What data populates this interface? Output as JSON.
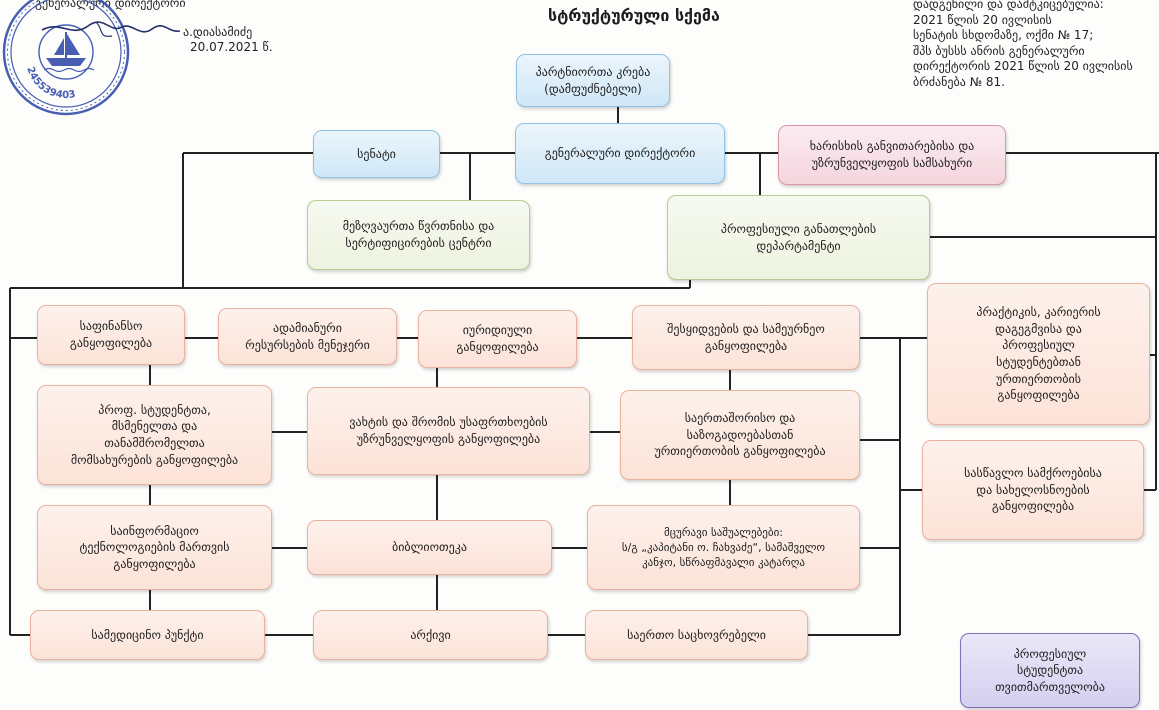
{
  "header": {
    "signatory_title": "გენერალური დირექტორი",
    "signatory_name": "ა.დიასამიძე",
    "signature_date": "20.07.2021 წ.",
    "seal_number": "245539403",
    "title": "სტრუქტურული სქემა",
    "approval": [
      "დადგენილი და დამტკიცებულია:",
      "2021 წლის 20 ივლისის",
      "სენატის სხდომაზე, ოქმი № 17;",
      "შპს ბუსსს ანრის გენერალური",
      "დირექტორის 2021 წლის 20 ივლისის",
      "ბრძანება № 81."
    ]
  },
  "units": {
    "partners_meeting": "პარტნიორთა კრება\n(დამფუძნებელი)",
    "senate": "სენატი",
    "general_director": "გენერალური დირექტორი",
    "quality_service": "ხარისხის განვითარებისა და\nუზრუნველყოფის სამსახური",
    "seafarers_center": "მეზღვაურთა წვრთნისა და\nსერტიფიცირების ცენტრი",
    "vocational_department": "პროფესიული განათლების\nდეპარტამენტი",
    "finance": "საფინანსო\nგანყოფილება",
    "hr_manager": "ადამიანური\nრესურსების მენეჯერი",
    "legal": "იურიდიული\nგანყოფილება",
    "procurement": "შესყიდვების და სამეურნეო\nგანყოფილება",
    "practice_career": "პრაქტიკის, კარიერის\nდაგეგმვისა და\nპროფესიულ\nსტუდენტებთან\nურთიერთობის\nგანყოფილება",
    "student_services": "პროფ. სტუდენტთა,\nმსმენელთა და\nთანამშრომელთა\nმომსახურების განყოფილება",
    "security_safety": "ვახტის და შრომის უსაფრთხოების\nუზრუნველყოფის განყოფილება",
    "international_relations": "საერთაშორისო და\nსაზოგადოებასთან\nურთიერთობის განყოფილება",
    "workshops": "სასწავლო სამქროებისა\nდა სახელოსნოების\nგანყოფილება",
    "it_management": "საინფორმაციო\nტექნოლოგიების მართვის\nგანყოფილება",
    "library": "ბიბლიოთეკა",
    "vessels": "მცურავი საშუალებები:\nს/გ „კაპიტანი ო. ჩახვაძე“, სამაშველო\nკანჯო, სწრაფმავალი კატარღა",
    "medical_point": "სამედიცინო პუნქტი",
    "archive": "არქივი",
    "dormitory": "საერთო საცხოვრებელი",
    "student_self_government": "პროფესიულ\nსტუდენტთა\nთვითმართველობა"
  },
  "colors": {
    "governance": "#cfe7f7",
    "quality": "#f5d5de",
    "center": "#edf3df",
    "division": "#fce3d8",
    "self_government": "#d5cff0",
    "line": "#222222",
    "seal": "#2f49a8"
  }
}
